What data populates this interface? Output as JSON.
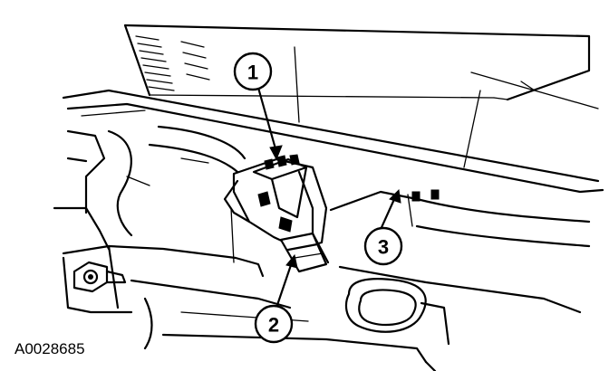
{
  "figure_id": "A0028685",
  "callouts": [
    {
      "label": "1"
    },
    {
      "label": "2"
    },
    {
      "label": "3"
    }
  ],
  "colors": {
    "ink": "#000000",
    "paper": "#ffffff"
  }
}
